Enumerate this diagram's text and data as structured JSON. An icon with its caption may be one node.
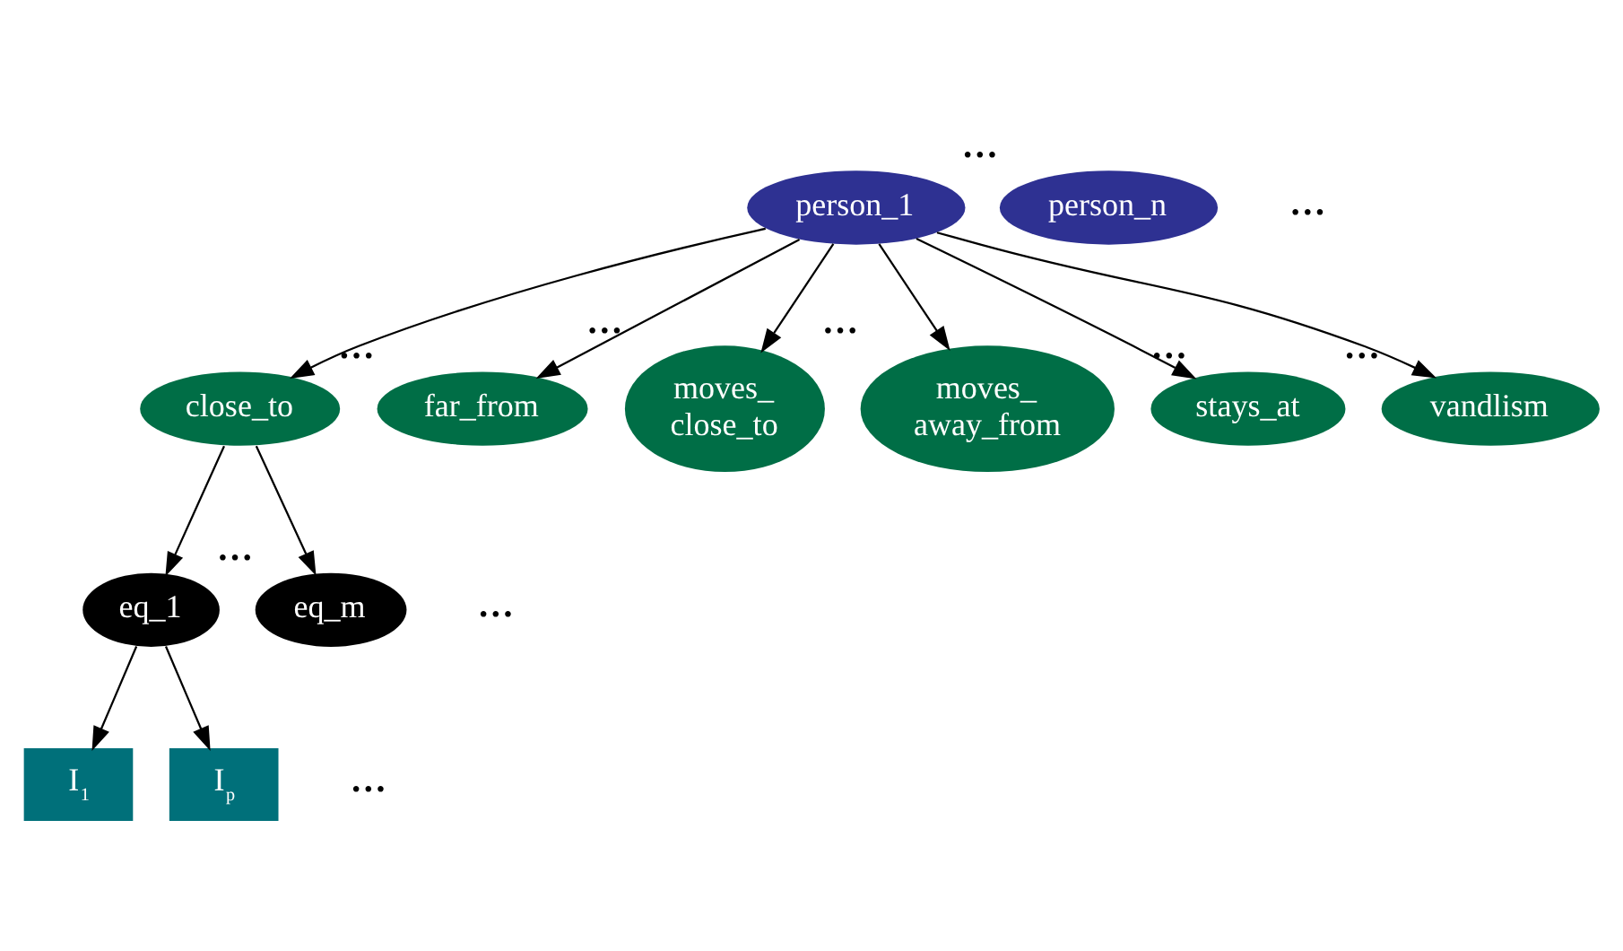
{
  "diagram": {
    "nodes": [
      {
        "text": [
          "person_1"
        ]
      },
      {
        "text": [
          "person_n"
        ],
        "beside": [
          "…"
        ]
      },
      {
        "text": [
          "close_to"
        ]
      },
      {
        "text": [
          "far_from"
        ],
        "beside": [
          "…"
        ]
      },
      {
        "text": [
          "moves_ close_to"
        ],
        "beside": [
          "…"
        ]
      },
      {
        "text": [
          "moves_ away_from"
        ],
        "beside": [
          "…"
        ]
      },
      {
        "text": [
          "stays_at"
        ],
        "beside": [
          "…"
        ]
      },
      {
        "text": [
          "vandlism"
        ],
        "beside": [
          "…"
        ]
      },
      {
        "text": [
          "eq_1"
        ]
      },
      {
        "text": [
          "eq_m"
        ],
        "beside": [
          "…"
        ]
      },
      {
        "text": [
          "I$_{1}$"
        ]
      },
      {
        "text": [
          "I$_{p}$"
        ]
      }
    ],
    "edges": [
      {
        "from": 0,
        "to": 2,
        "arrow": "to"
      },
      {
        "from": 0,
        "to": 3,
        "arrow": "to"
      },
      {
        "from": 0,
        "to": 4,
        "arrow": "to"
      },
      {
        "from": 0,
        "to": 5,
        "arrow": "to"
      },
      {
        "from": 0,
        "to": 6,
        "arrow": "to"
      },
      {
        "from": 0,
        "to": 7,
        "arrow": "to"
      },
      {
        "from": 2,
        "to": 8,
        "arrow": "to"
      },
      {
        "from": 2,
        "to": 9,
        "arrow": "to"
      },
      {
        "from": 8,
        "to": 10,
        "arrow": "to"
      },
      {
        "from": 8,
        "to": 11,
        "arrow": "to"
      }
    ],
    "labels": [
      "…",
      "…",
      "…"
    ]
  }
}
